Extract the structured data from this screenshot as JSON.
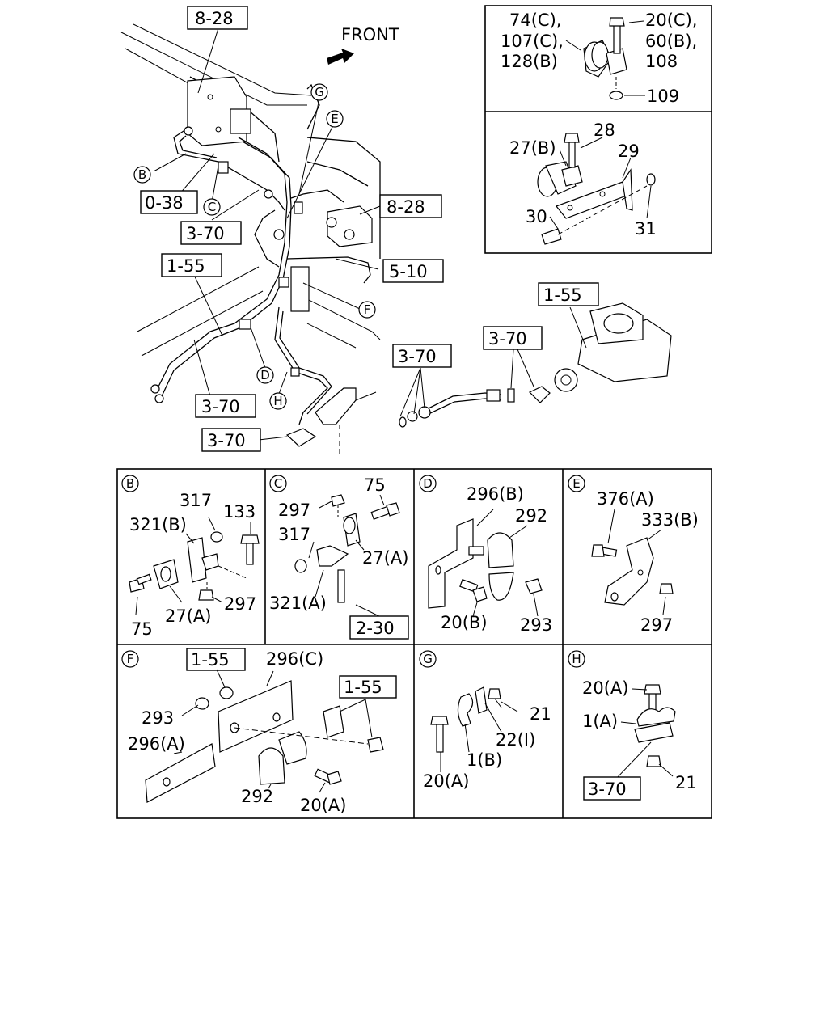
{
  "direction": "FRONT",
  "main_refs": {
    "r828a": "8-28",
    "r038": "0-38",
    "r370a": "3-70",
    "r155a": "1-55",
    "r828b": "8-28",
    "r510": "5-10",
    "r370b": "3-70",
    "r370c": "3-70",
    "r370d": "3-70",
    "r370e": "3-70",
    "r155b": "1-55"
  },
  "main_markers": {
    "B": "B",
    "C": "C",
    "D": "D",
    "E": "E",
    "F": "F",
    "G": "G",
    "H": "H"
  },
  "inset_top": {
    "l1": "74(C),",
    "l2": "107(C),",
    "l3": "128(B)",
    "r1": "20(C),",
    "r2": "60(B),",
    "r3": "108",
    "r4": "109"
  },
  "inset_mid": {
    "p28": "28",
    "p27b": "27(B)",
    "p29": "29",
    "p30": "30",
    "p31": "31"
  },
  "detail_B": {
    "marker": "B",
    "p317": "317",
    "p133": "133",
    "p321b": "321(B)",
    "p75": "75",
    "p27a": "27(A)",
    "p297": "297"
  },
  "detail_C": {
    "marker": "C",
    "p75": "75",
    "p297": "297",
    "p317": "317",
    "p27a": "27(A)",
    "p321a": "321(A)",
    "ref": "2-30"
  },
  "detail_D": {
    "marker": "D",
    "p296b": "296(B)",
    "p292": "292",
    "p20b": "20(B)",
    "p293": "293"
  },
  "detail_E": {
    "marker": "E",
    "p376a": "376(A)",
    "p333b": "333(B)",
    "p297": "297"
  },
  "detail_F": {
    "marker": "F",
    "ref1": "1-55",
    "p296c": "296(C)",
    "ref2": "1-55",
    "p293": "293",
    "p296a": "296(A)",
    "p292": "292",
    "p20a": "20(A)"
  },
  "detail_G": {
    "marker": "G",
    "p21": "21",
    "p22i": "22(I)",
    "p1b": "1(B)",
    "p20a": "20(A)"
  },
  "detail_H": {
    "marker": "H",
    "p20a": "20(A)",
    "p1a": "1(A)",
    "ref": "3-70",
    "p21": "21"
  }
}
